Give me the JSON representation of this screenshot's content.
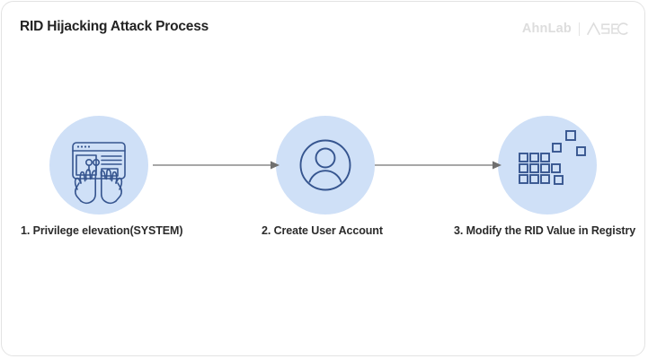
{
  "card": {
    "title": "RID Hijacking Attack Process",
    "background_color": "#ffffff",
    "border_color": "#e3e3e3"
  },
  "logo": {
    "primary": "AhnLab",
    "secondary": "ASEC",
    "color": "#dddddd"
  },
  "colors": {
    "circle_fill": "#cfe0f7",
    "icon_stroke": "#36558f",
    "arrow": "#8a8a8a",
    "title_text": "#232323",
    "caption_text": "#2b2b2b"
  },
  "flow": {
    "steps": [
      {
        "number": "1",
        "caption": "1. Privilege elevation(SYSTEM)",
        "icon": "hands-typing-on-settings-window-icon"
      },
      {
        "number": "2",
        "caption": "2.  Create User Account",
        "icon": "user-account-circle-icon"
      },
      {
        "number": "3",
        "caption": "3. Modify the RID Value in Registry",
        "icon": "registry-squares-grid-icon"
      }
    ],
    "connectors": [
      {
        "from": "1",
        "to": "2",
        "style": "arrow-right"
      },
      {
        "from": "2",
        "to": "3",
        "style": "arrow-right"
      }
    ]
  }
}
